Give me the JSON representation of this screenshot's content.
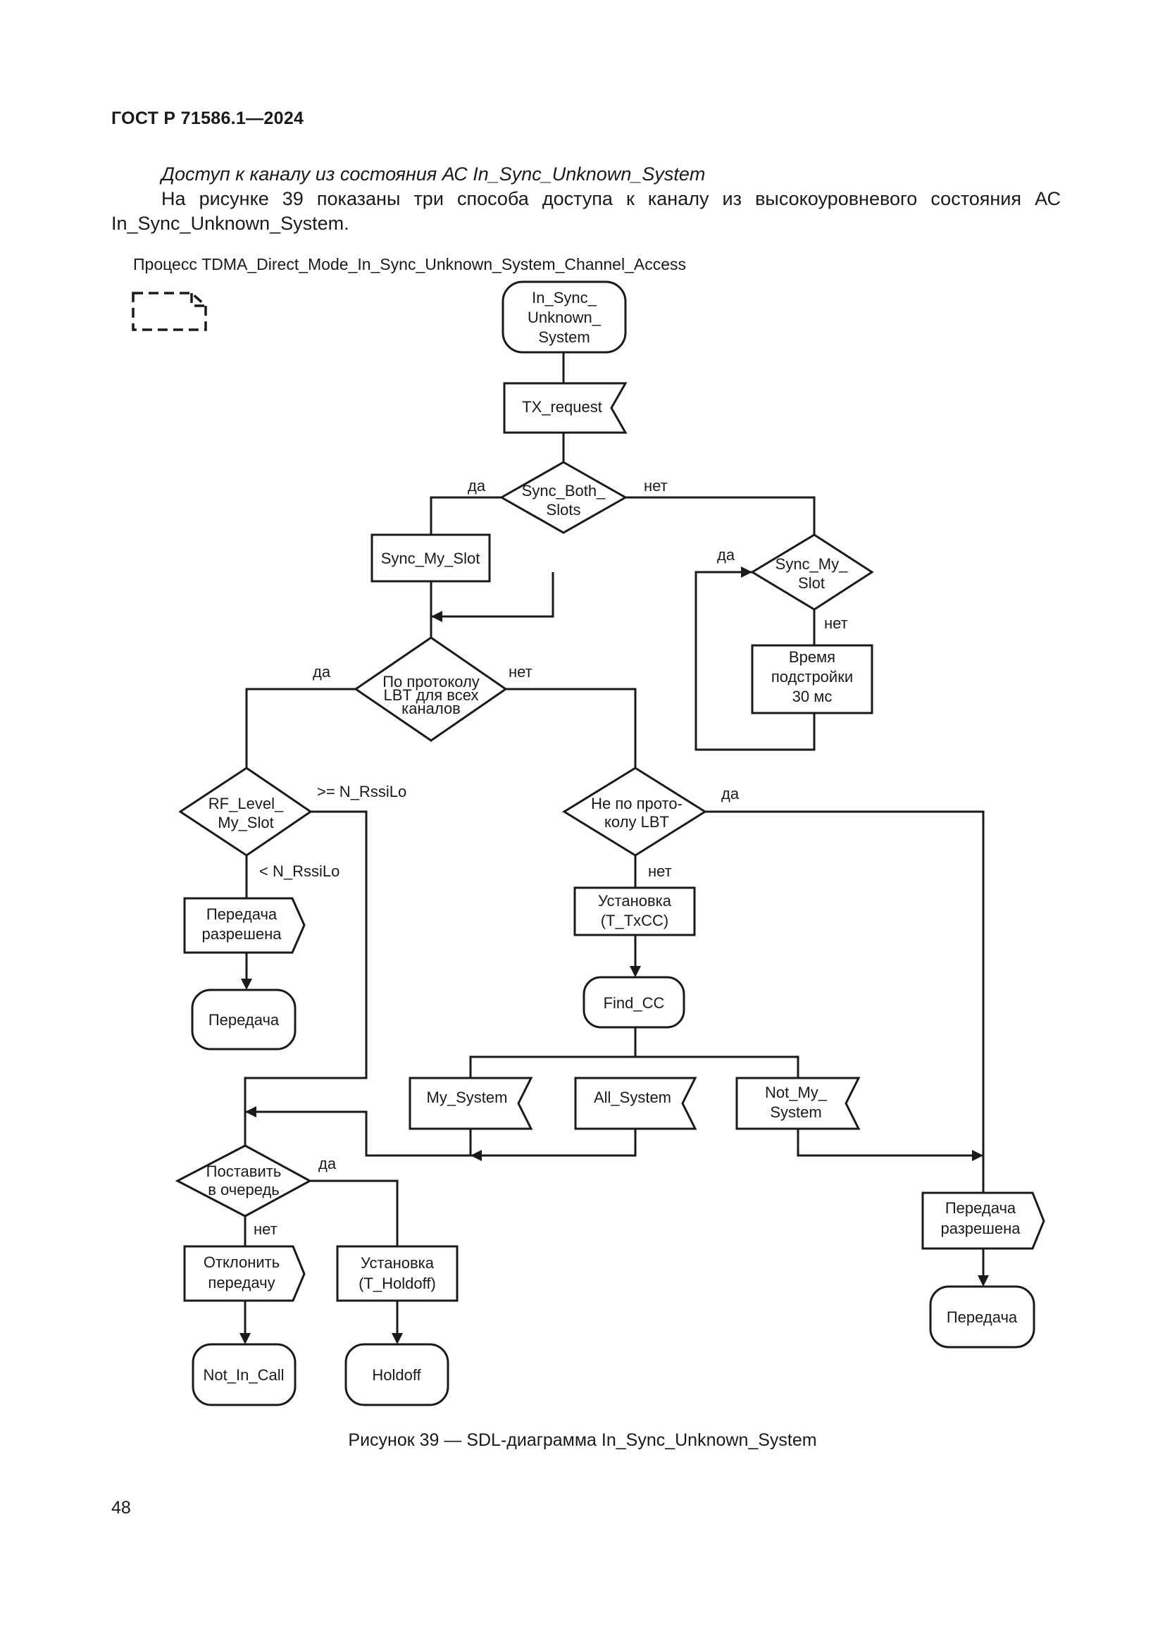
{
  "header": "ГОСТ Р 71586.1—2024",
  "subheading": "Доступ к каналу из состояния АС In_Sync_Unknown_System",
  "paragraph": "На рисунке 39 показаны три способа доступа к каналу из высокоуровневого состояния АС In_Sync_Unknown_System.",
  "process_label": "Процесс TDMA_Direct_Mode_In_Sync_Unknown_System_Channel_Access",
  "diagram": {
    "start_state": [
      "In_Sync_",
      "Unknown_",
      "System"
    ],
    "tx_request": "TX_request",
    "sync_both_slots": [
      "Sync_Both_",
      "Slots"
    ],
    "sync_my_slot_task": "Sync_My_Slot",
    "sync_my_slot_decision": [
      "Sync_My_",
      "Slot"
    ],
    "sync_time": [
      "Время",
      "подстройки",
      "30 мс"
    ],
    "lbt_all": [
      "По протоколу",
      "LBT для всех",
      "каналов"
    ],
    "rf_level": [
      "RF_Level_",
      "My_Slot"
    ],
    "not_lbt": [
      "Не по прото-",
      "колу LBT"
    ],
    "set_txcc": [
      "Установка",
      "(T_TxCC)"
    ],
    "find_cc": "Find_CC",
    "my_system": "My_System",
    "all_system": "All_System",
    "not_my_system": [
      "Not_My_",
      "System"
    ],
    "tx_allowed_left": [
      "Передача",
      "разрешена"
    ],
    "transmit_left": "Передача",
    "queue": [
      "Поставить",
      "в очередь"
    ],
    "reject": [
      "Отклонить",
      "передачу"
    ],
    "set_holdoff": [
      "Установка",
      "(T_Holdoff)"
    ],
    "not_in_call": "Not_In_Call",
    "holdoff": "Holdoff",
    "tx_allowed_right": [
      "Передача",
      "разрешена"
    ],
    "transmit_right": "Передача",
    "labels": {
      "yes": "да",
      "no": "нет",
      "ge_rssi": ">= N_RssiLo",
      "lt_rssi": "< N_RssiLo"
    }
  },
  "caption": "Рисунок 39 — SDL-диаграмма In_Sync_Unknown_System",
  "page_number": "48"
}
